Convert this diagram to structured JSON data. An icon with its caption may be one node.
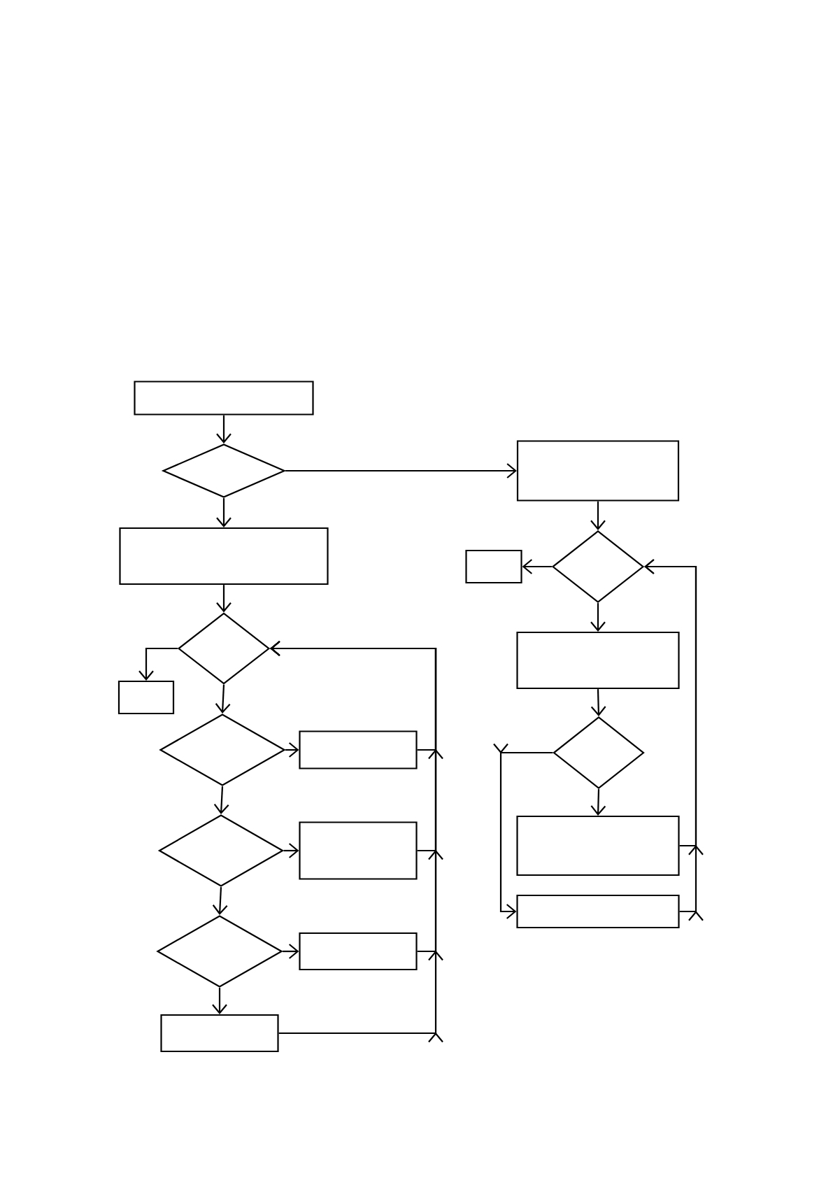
{
  "diagram": {
    "nodes": [
      {
        "text": [],
        "shape": "box"
      },
      {
        "text": [],
        "shape": "diamond"
      },
      {
        "text": [],
        "shape": "box"
      },
      {
        "text": [],
        "shape": "box"
      },
      {
        "text": [],
        "shape": "diamond"
      },
      {
        "text": [],
        "shape": "box"
      },
      {
        "text": [],
        "shape": "box"
      },
      {
        "text": [],
        "shape": "diamond"
      },
      {
        "text": [],
        "shape": "box"
      },
      {
        "text": [],
        "shape": "diamond"
      },
      {
        "text": [],
        "shape": "box"
      },
      {
        "text": [],
        "shape": "diamond"
      },
      {
        "text": [],
        "shape": "box"
      },
      {
        "text": [],
        "shape": "diamond"
      },
      {
        "text": [],
        "shape": "box"
      },
      {
        "text": [],
        "shape": "box"
      },
      {
        "text": [],
        "shape": "diamond"
      },
      {
        "text": [],
        "shape": "box"
      },
      {
        "text": [],
        "shape": "box"
      }
    ],
    "edges": [
      {
        "from": 0,
        "to": 1,
        "arrow": "to"
      },
      {
        "from": 1,
        "to": 3,
        "arrow": "to"
      },
      {
        "from": 1,
        "to": 2,
        "arrow": "to"
      },
      {
        "from": 2,
        "to": 7,
        "arrow": "to"
      },
      {
        "from": 7,
        "to": 8,
        "arrow": "to"
      },
      {
        "from": 7,
        "to": 9,
        "arrow": "to"
      },
      {
        "from": 9,
        "to": 10,
        "arrow": "to"
      },
      {
        "from": 9,
        "to": 11,
        "arrow": "to"
      },
      {
        "from": 11,
        "to": 12,
        "arrow": "to"
      },
      {
        "from": 11,
        "to": 13,
        "arrow": "to"
      },
      {
        "from": 13,
        "to": 14,
        "arrow": "to"
      },
      {
        "from": 13,
        "to": 15,
        "arrow": "to"
      },
      {
        "from": 10,
        "to": 7,
        "arrow": "to"
      },
      {
        "from": 12,
        "to": 7,
        "arrow": "to"
      },
      {
        "from": 14,
        "to": 7,
        "arrow": "to"
      },
      {
        "from": 15,
        "to": 7,
        "arrow": "to"
      },
      {
        "from": 3,
        "to": 4,
        "arrow": "to"
      },
      {
        "from": 4,
        "to": 5,
        "arrow": "to"
      },
      {
        "from": 4,
        "to": 6,
        "arrow": "to"
      },
      {
        "from": 6,
        "to": 16,
        "arrow": "to"
      },
      {
        "from": 16,
        "to": 17,
        "arrow": "to"
      },
      {
        "from": 16,
        "to": 18,
        "arrow": "to"
      },
      {
        "from": 17,
        "to": 4,
        "arrow": "to"
      },
      {
        "from": 18,
        "to": 4,
        "arrow": "to"
      }
    ]
  }
}
